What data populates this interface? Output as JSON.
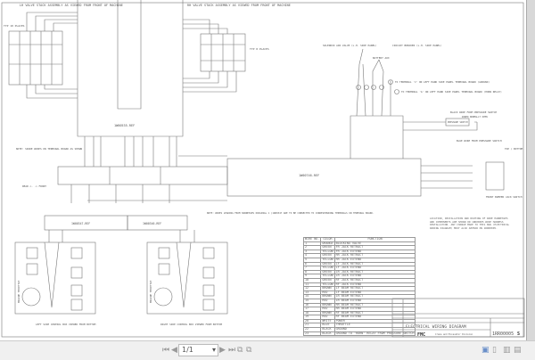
{
  "drawing": {
    "lh_valve_stack": "LH VALVE STACK ASSEMBLY AS VIEWED FROM FRONT OF MACHINE",
    "rh_valve_stack": "RH VALVE STACK ASSEMBLY AS VIEWED FROM FRONT OF MACHINE",
    "typ_places_left": "TYP 10 PLACES",
    "typ_places_right": "TYP 8 PLACES",
    "harness_top": "1W00535-REF",
    "harness_main": "1W00746-REF",
    "harness_left_box": "1W00347-REF",
    "harness_right_box": "1W00346-REF",
    "solenoid": "SOLENOID AIR VALVE (L.H. SIDE PANEL)",
    "circuit_breaker": "CIRCUIT BREAKER (L.H. SIDE PANEL)",
    "battery_aux": "BATTERY AUX",
    "to_terminal_1": "TO TERMINAL 'J' ON LEFT HAND SIDE PANEL TERMINAL BOARD (GROUND)",
    "to_terminal_2": "TO TERMINAL 'A' ON LEFT HAND SIDE PANEL TERMINAL BOARD (HORN RELAY)",
    "black_wire": "BLACK WIRE FROM PRESSURE SWITCH",
    "wired_open": "WIRED NORMALLY OPEN",
    "pressure_switch": "PRESSURE SWITCH",
    "blue_wire": "BLUE WIRE FROM PRESSURE SWITCH",
    "top_bottom": "TOP / BOTTOM",
    "front_bumper": "FRONT BUMPER JACK SWITCH",
    "spare_note": "NOTE: SPARE WIRES ON TERMINAL BOARD AS SHOWN",
    "rear_front": "REAR <- -> FRONT",
    "harness_note": "NOTE: WIRES LEADING FROM HARNESSES ORIGINAL 1 (1W00347 ARE TO BE CONNECTED TO CORRESPONDING TERMINALS ON TERMINAL BOARD.",
    "left_box": "LEFT SIDE CONTROL BOX VIEWED FROM BOTTOM",
    "right_box": "RIGHT SIDE CONTROL BOX VIEWED FROM BOTTOM",
    "engine_throttle": "ENGINE THROTTLE",
    "location_note": "LOCATION, INSTALLATION AND ROUTING OF WIRE HARNESSES AND COMPONENTS ARE SHOWN ON 1RR00005 WIRE HARNESS INSTALLATION. ANY CHANGE MADE TO THIS DWG (ELECTRICAL WIRING DIAGRAM) MUST ALSO APPEAR ON 1RR00005."
  },
  "wire_table": {
    "headers": [
      "WIRE NO.",
      "COLOR",
      "FUNCTION"
    ],
    "rows": [
      [
        "1",
        "ORANGE",
        "BLOCKING VALVE"
      ],
      [
        "2",
        "GREEN",
        "FR JACK RETRACT"
      ],
      [
        "3",
        "YELLOW",
        "FR JACK EXTEND"
      ],
      [
        "4",
        "GREEN",
        "RR JACK RETRACT"
      ],
      [
        "5",
        "YELLOW",
        "RR JACK EXTEND"
      ],
      [
        "6",
        "GREEN",
        "LF JACK RETRACT"
      ],
      [
        "7",
        "YELLOW",
        "LF JACK EXTEND"
      ],
      [
        "8",
        "GREEN",
        "LR JACK RETRACT"
      ],
      [
        "9",
        "YELLOW",
        "LR JACK EXTEND"
      ],
      [
        "10",
        "GREEN",
        "RF JACK RETRACT"
      ],
      [
        "11",
        "YELLOW",
        "RF JACK EXTEND"
      ],
      [
        "12",
        "BROWN",
        "LF BEAM RETRACT"
      ],
      [
        "13",
        "RED",
        "LF BEAM EXTEND"
      ],
      [
        "14",
        "BROWN",
        "LR BEAM RETRACT"
      ],
      [
        "15",
        "RED",
        "LR BEAM EXTEND"
      ],
      [
        "16",
        "BROWN",
        "RR BEAM RETRACT"
      ],
      [
        "17",
        "RED",
        "RR BEAM EXTEND"
      ],
      [
        "18",
        "BROWN",
        "RF BEAM RETRACT"
      ],
      [
        "19",
        "RED",
        "RF BEAM EXTEND"
      ],
      [
        "20",
        "WHITE",
        "POWER"
      ],
      [
        "21",
        "BLUE",
        "THROTTLE"
      ],
      [
        "22",
        "BLACK",
        "GROUND"
      ],
      [
        "23",
        "BLACK",
        "GROUND TO 'HORN' RELAY FROM PRESSURE SWITCH"
      ]
    ]
  },
  "title_block": {
    "title": "ELECTRICAL WIRING DIAGRAM",
    "company": "FMC",
    "division": "Crane and Excavator Division",
    "drawing_no": "1RR00005",
    "revision": "S"
  },
  "viewer": {
    "page_value": "1/1"
  }
}
